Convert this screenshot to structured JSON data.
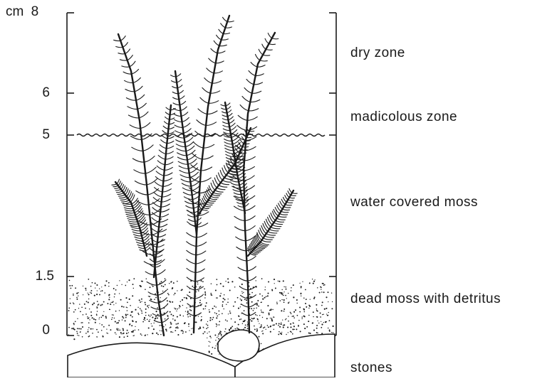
{
  "axis": {
    "unit": "cm",
    "ticks": [
      "8",
      "6",
      "5",
      "1.5",
      "0"
    ]
  },
  "zones": [
    {
      "label": "dry zone"
    },
    {
      "label": "madicolous zone"
    },
    {
      "label": "water covered moss"
    },
    {
      "label": "dead moss with detritus"
    },
    {
      "label": "stones"
    }
  ],
  "colors": {
    "ink": "#1a1a1a",
    "background": "#ffffff"
  }
}
